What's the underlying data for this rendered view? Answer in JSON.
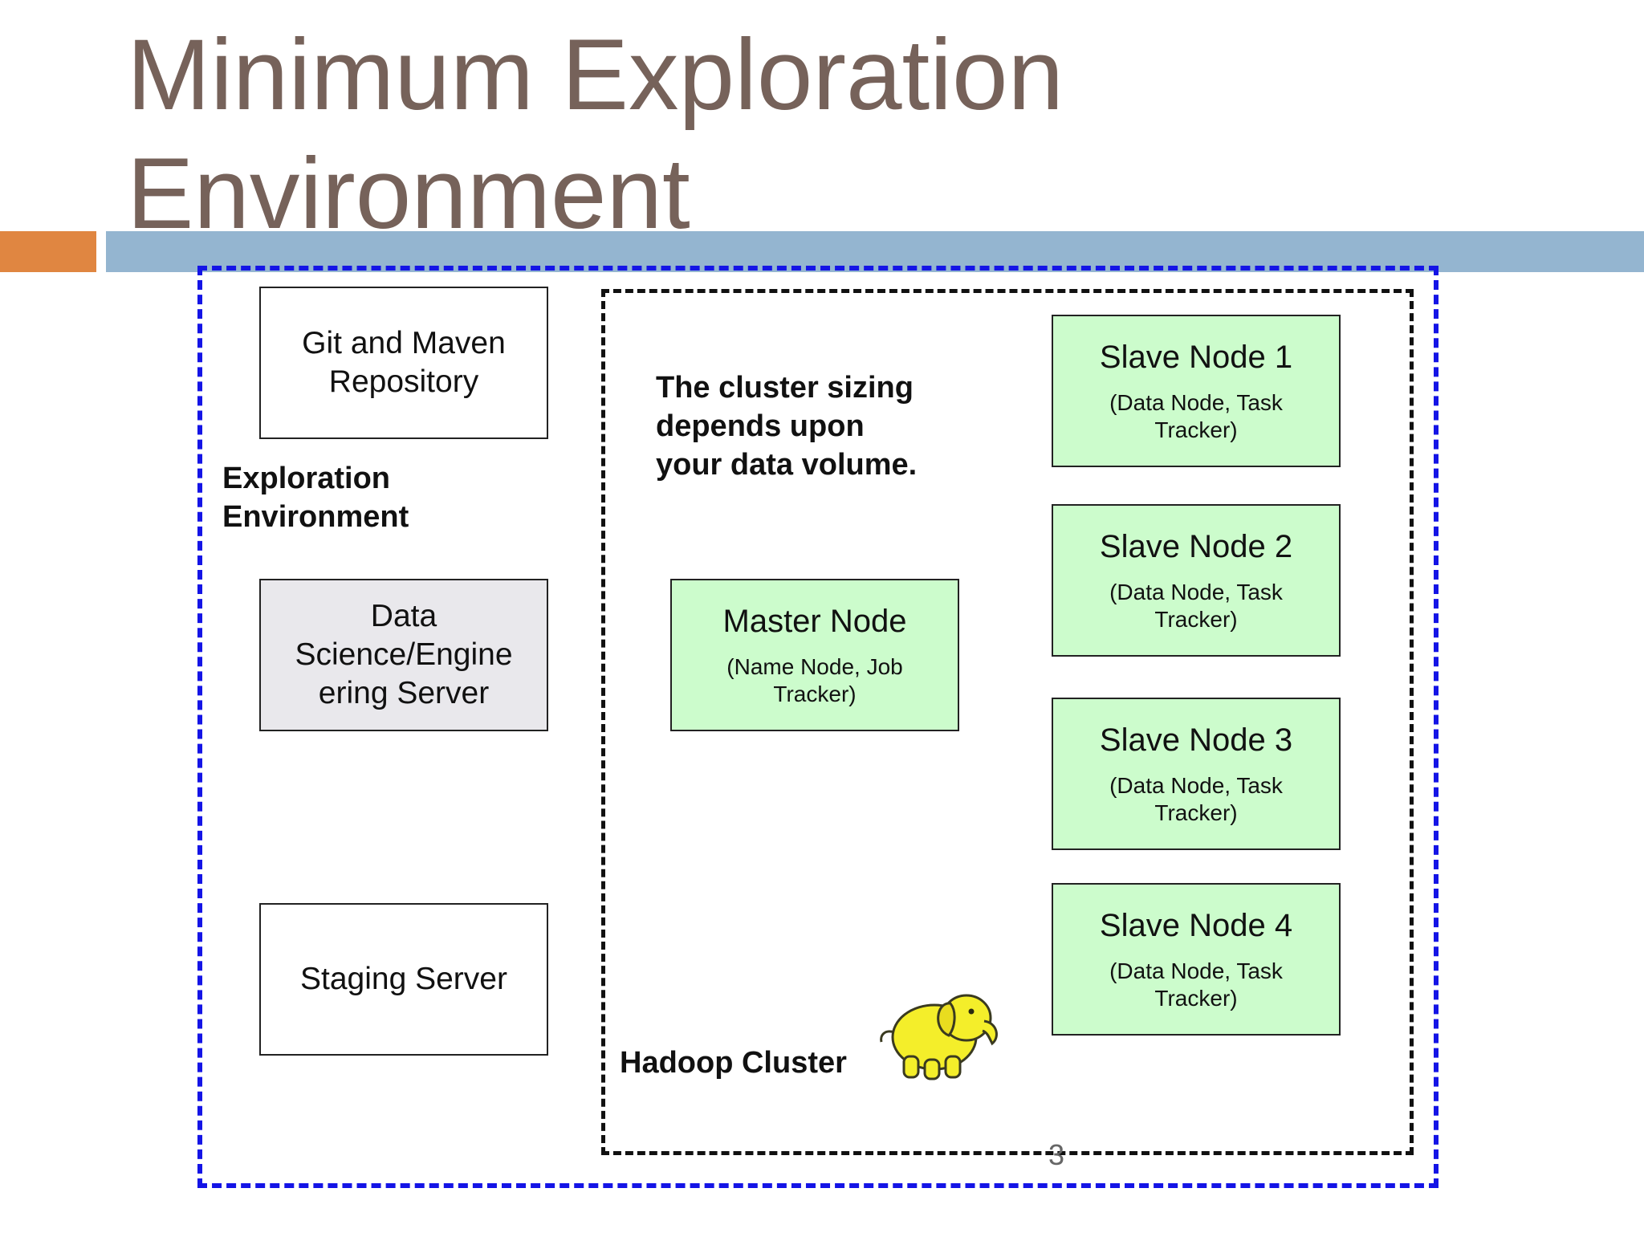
{
  "slide": {
    "title_line1": "Minimum Exploration",
    "title_line2": "Environment",
    "page_number": "3"
  },
  "environment": {
    "label_line1": "Exploration",
    "label_line2": "Environment",
    "git_maven_line1": "Git and Maven",
    "git_maven_line2": "Repository",
    "data_science_line1": "Data",
    "data_science_line2": "Science/Engine",
    "data_science_line3": "ering Server",
    "staging_server": "Staging Server"
  },
  "cluster": {
    "label": "Hadoop Cluster",
    "note_line1": "The cluster sizing",
    "note_line2": "depends upon",
    "note_line3": "your data volume.",
    "master": {
      "title": "Master Node",
      "sub_line1": "(Name Node, Job",
      "sub_line2": "Tracker)"
    },
    "slaves": [
      {
        "title": "Slave Node 1",
        "sub_line1": "(Data Node, Task",
        "sub_line2": "Tracker)"
      },
      {
        "title": "Slave Node 2",
        "sub_line1": "(Data Node, Task",
        "sub_line2": "Tracker)"
      },
      {
        "title": "Slave Node 3",
        "sub_line1": "(Data Node, Task",
        "sub_line2": "Tracker)"
      },
      {
        "title": "Slave Node 4",
        "sub_line1": "(Data Node, Task",
        "sub_line2": "Tracker)"
      }
    ]
  },
  "colors": {
    "title": "#76625a",
    "accent_orange": "#e08641",
    "accent_blue": "#94b5d0",
    "environment_border": "#1414e6",
    "node_fill": "#ccfccc",
    "server_fill": "#e9e8ec"
  },
  "icons": {
    "mascot": "hadoop-elephant-icon"
  }
}
